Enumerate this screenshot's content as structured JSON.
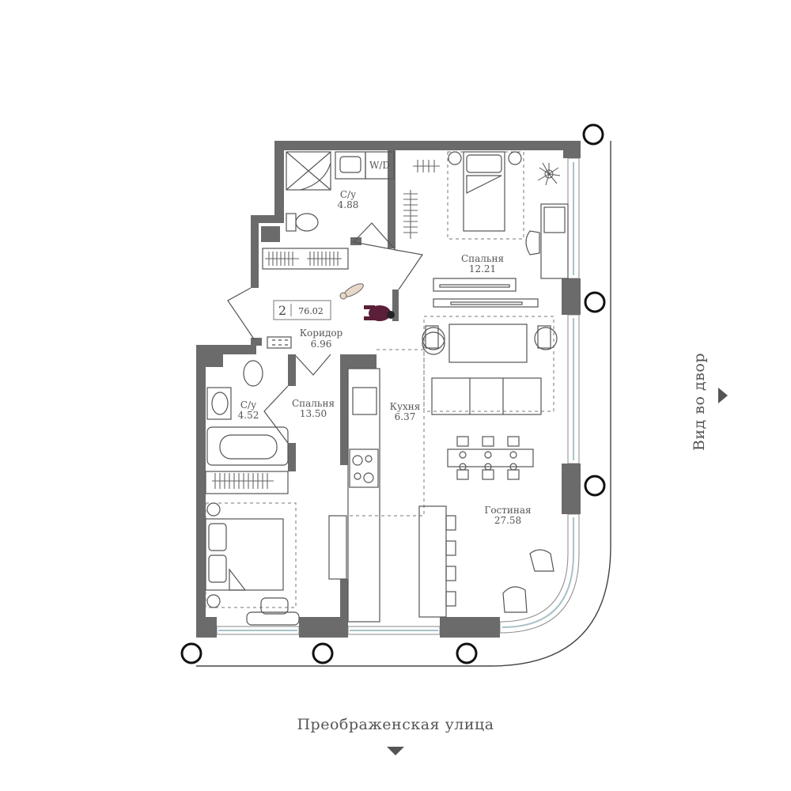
{
  "apartment": {
    "rooms": "2",
    "area": "76.02"
  },
  "rooms": [
    {
      "key": "bath1",
      "name": "С/у",
      "area": "4.88"
    },
    {
      "key": "bedroom1",
      "name": "Спальня",
      "area": "12.21"
    },
    {
      "key": "corridor",
      "name": "Коридор",
      "area": "6.96"
    },
    {
      "key": "bath2",
      "name": "С/у",
      "area": "4.52"
    },
    {
      "key": "bedroom2",
      "name": "Спальня",
      "area": "13.50"
    },
    {
      "key": "kitchen",
      "name": "Кухня",
      "area": "6.37"
    },
    {
      "key": "living",
      "name": "Гостиная",
      "area": "27.58"
    }
  ],
  "wd_label": "W/D",
  "views": {
    "courtyard": "Вид во двор",
    "street": "Преображенская улица"
  },
  "colors": {
    "wall": "#6b6b6b",
    "glass": "#a9c3c9",
    "person": "#5b1f3a"
  }
}
